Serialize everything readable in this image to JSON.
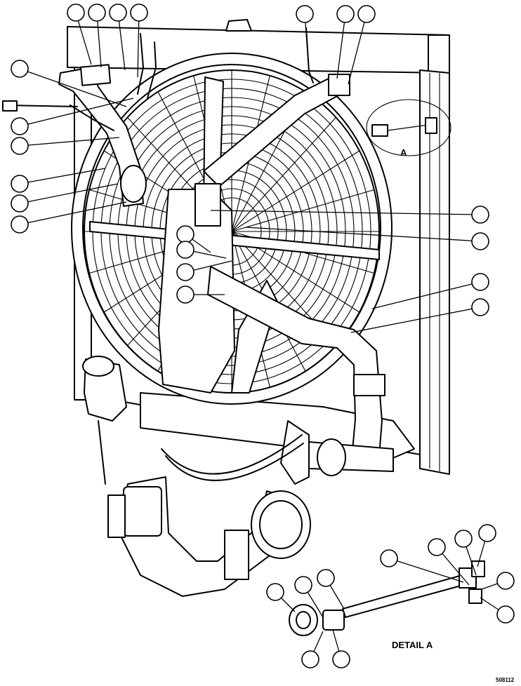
{
  "detail_callout": "A",
  "detail_title": "DETAIL A",
  "figure_number": "508112"
}
